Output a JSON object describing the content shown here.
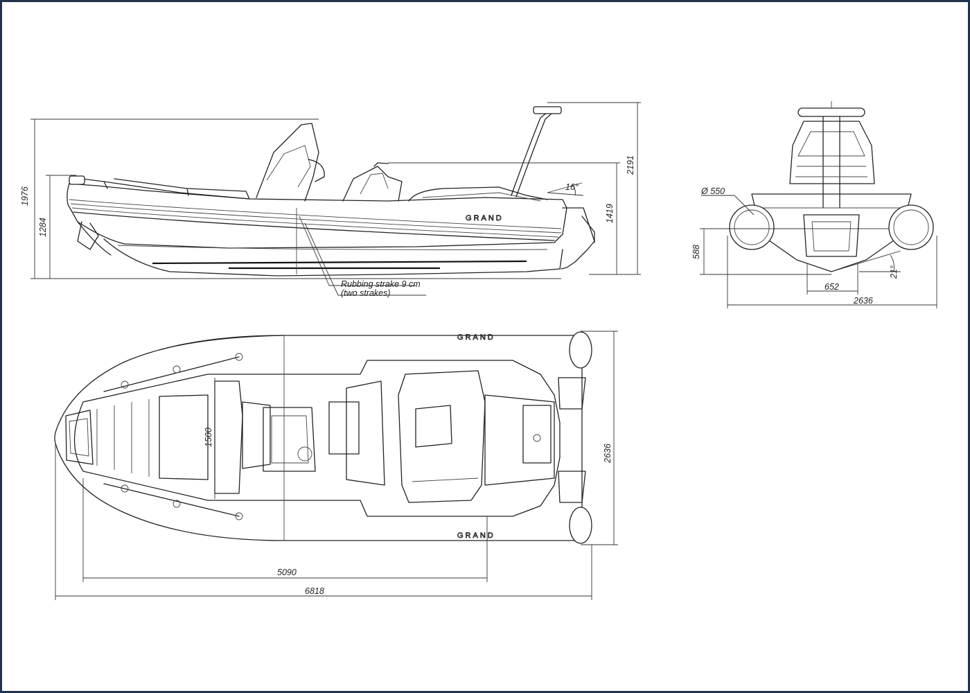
{
  "brand": "GRAND",
  "colors": {
    "frame": "#1e3350",
    "line": "#222222",
    "background": "#ffffff"
  },
  "side_view": {
    "overall_height": "1976",
    "hull_height": "1284",
    "arch_height": "2191",
    "freeboard": "1419",
    "deadrise_angle": "16°",
    "strake_note_line1": "Rubbing strake 9 cm",
    "strake_note_line2": "(two strakes)"
  },
  "stern_view": {
    "tube_diameter": "Ø 550",
    "height": "588",
    "bottom_angle": "21°",
    "keel_width": "652",
    "beam": "2636"
  },
  "plan_view": {
    "cockpit_width": "1500",
    "beam": "2636",
    "inner_length": "5090",
    "overall_length": "6818"
  }
}
